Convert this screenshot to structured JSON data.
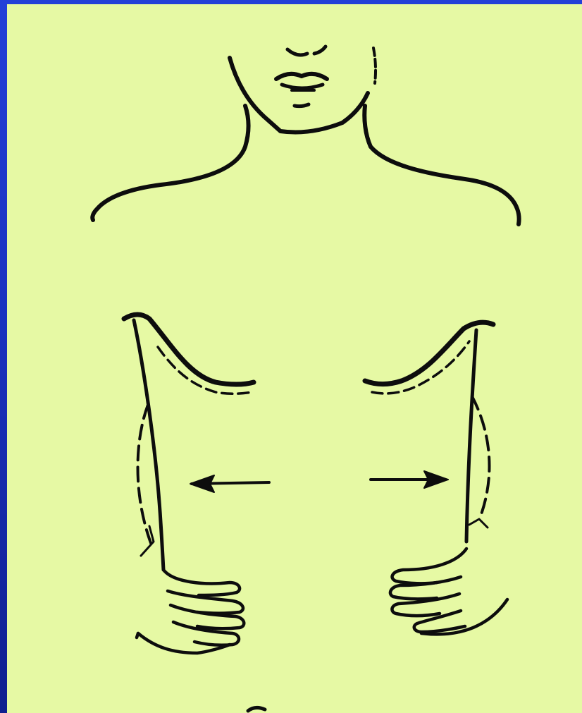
{
  "slide": {
    "background_color": "#1a32bf",
    "panel_color": "#e6f9a4",
    "line_color": "#0d0d0d"
  },
  "illustration": {
    "subject": "chest-expansion-palpation",
    "arrows": [
      "left",
      "right"
    ]
  }
}
